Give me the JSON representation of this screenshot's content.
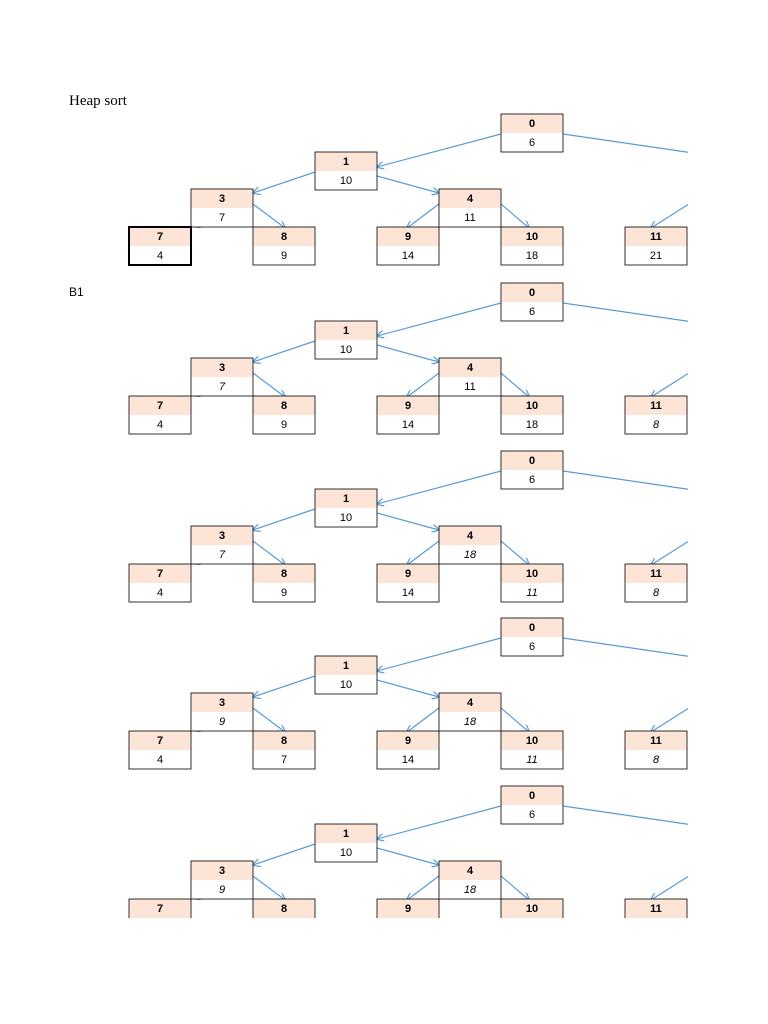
{
  "title": "Heap sort",
  "label_b1": "B1",
  "colors": {
    "index_fill": "#fce4d6",
    "value_fill": "#ffffff",
    "border": "#000000",
    "arrow": "#5b9bd5"
  },
  "heaps": [
    {
      "nodes": [
        {
          "index": "0",
          "value": "6"
        },
        {
          "index": "1",
          "value": "10"
        },
        {
          "index": "3",
          "value": "7"
        },
        {
          "index": "4",
          "value": "11"
        },
        {
          "index": "7",
          "value": "4",
          "selected": true
        },
        {
          "index": "8",
          "value": "9"
        },
        {
          "index": "9",
          "value": "14"
        },
        {
          "index": "10",
          "value": "18"
        },
        {
          "index": "11",
          "value": "21"
        }
      ]
    },
    {
      "nodes": [
        {
          "index": "0",
          "value": "6"
        },
        {
          "index": "1",
          "value": "10"
        },
        {
          "index": "3",
          "value": "7",
          "italic": true
        },
        {
          "index": "4",
          "value": "11"
        },
        {
          "index": "7",
          "value": "4"
        },
        {
          "index": "8",
          "value": "9"
        },
        {
          "index": "9",
          "value": "14"
        },
        {
          "index": "10",
          "value": "18"
        },
        {
          "index": "11",
          "value": "8",
          "italic": true
        }
      ]
    },
    {
      "nodes": [
        {
          "index": "0",
          "value": "6"
        },
        {
          "index": "1",
          "value": "10"
        },
        {
          "index": "3",
          "value": "7",
          "italic": true
        },
        {
          "index": "4",
          "value": "18",
          "italic": true
        },
        {
          "index": "7",
          "value": "4"
        },
        {
          "index": "8",
          "value": "9"
        },
        {
          "index": "9",
          "value": "14"
        },
        {
          "index": "10",
          "value": "11",
          "italic": true
        },
        {
          "index": "11",
          "value": "8",
          "italic": true
        }
      ]
    },
    {
      "nodes": [
        {
          "index": "0",
          "value": "6"
        },
        {
          "index": "1",
          "value": "10"
        },
        {
          "index": "3",
          "value": "9",
          "italic": true
        },
        {
          "index": "4",
          "value": "18",
          "italic": true
        },
        {
          "index": "7",
          "value": "4"
        },
        {
          "index": "8",
          "value": "7"
        },
        {
          "index": "9",
          "value": "14"
        },
        {
          "index": "10",
          "value": "11",
          "italic": true
        },
        {
          "index": "11",
          "value": "8",
          "italic": true
        }
      ]
    },
    {
      "nodes": [
        {
          "index": "0",
          "value": "6"
        },
        {
          "index": "1",
          "value": "10"
        },
        {
          "index": "3",
          "value": "9",
          "italic": true
        },
        {
          "index": "4",
          "value": "18",
          "italic": true
        },
        {
          "index": "7",
          "value": ""
        },
        {
          "index": "8",
          "value": ""
        },
        {
          "index": "9",
          "value": ""
        },
        {
          "index": "10",
          "value": ""
        },
        {
          "index": "11",
          "value": ""
        }
      ]
    }
  ]
}
